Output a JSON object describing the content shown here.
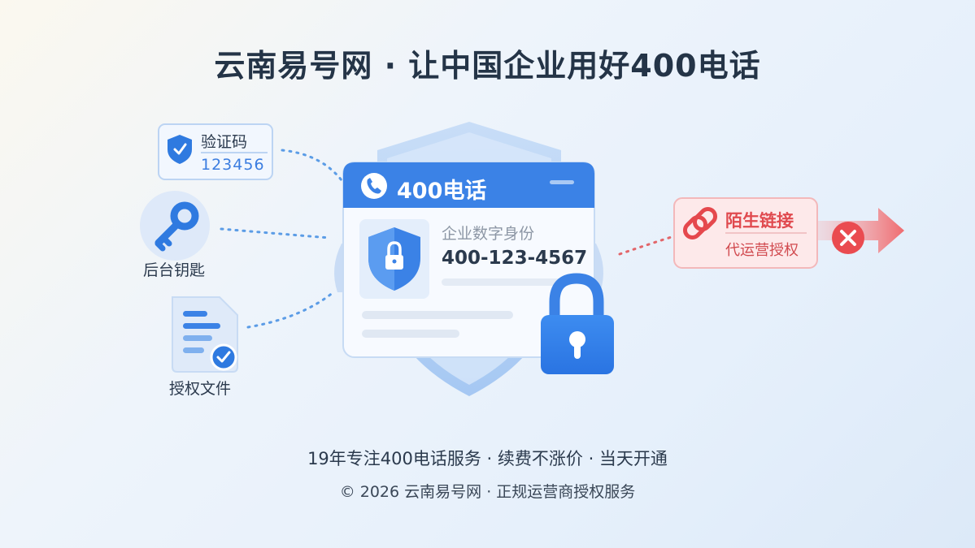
{
  "title": "云南易号网 · 让中国企业用好400电话",
  "verify_badge": {
    "title": "验证码",
    "code": "123456"
  },
  "left_items": {
    "backend_key": "后台钥匙",
    "auth_file": "授权文件"
  },
  "card": {
    "title": "400电话",
    "subtitle": "企业数字身份",
    "number": "400-123-4567"
  },
  "warning": {
    "title": "陌生链接",
    "subtitle": "代运营授权"
  },
  "footer": {
    "line1": "19年专注400电话服务 · 续费不涨价 · 当天开通",
    "line2": "© 2026 云南易号网 · 正规运营商授权服务"
  },
  "colors": {
    "primary": "#3b82e6",
    "danger": "#e5484d",
    "background": "#eaf2fb"
  },
  "icons": [
    "shield-check-icon",
    "key-icon",
    "document-check-icon",
    "phone-icon",
    "shield-lock-icon",
    "padlock-icon",
    "link-icon",
    "close-circle-icon",
    "arrow-right-icon"
  ]
}
